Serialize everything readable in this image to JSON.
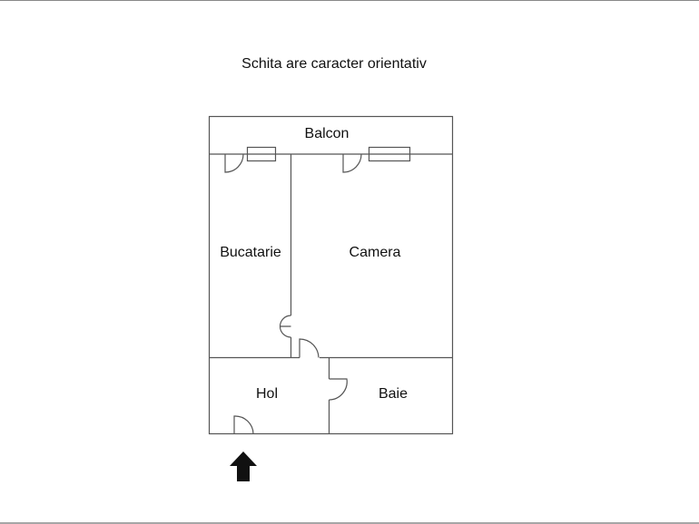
{
  "title": "Schita are caracter orientativ",
  "rooms": {
    "balcon": "Balcon",
    "bucatarie": "Bucatarie",
    "camera": "Camera",
    "hol": "Hol",
    "baie": "Baie"
  },
  "icons": {
    "entrance": "arrow-up-icon"
  },
  "colors": {
    "wall": "#555555",
    "text": "#111111",
    "arrow": "#111111",
    "frame": "#888888"
  }
}
